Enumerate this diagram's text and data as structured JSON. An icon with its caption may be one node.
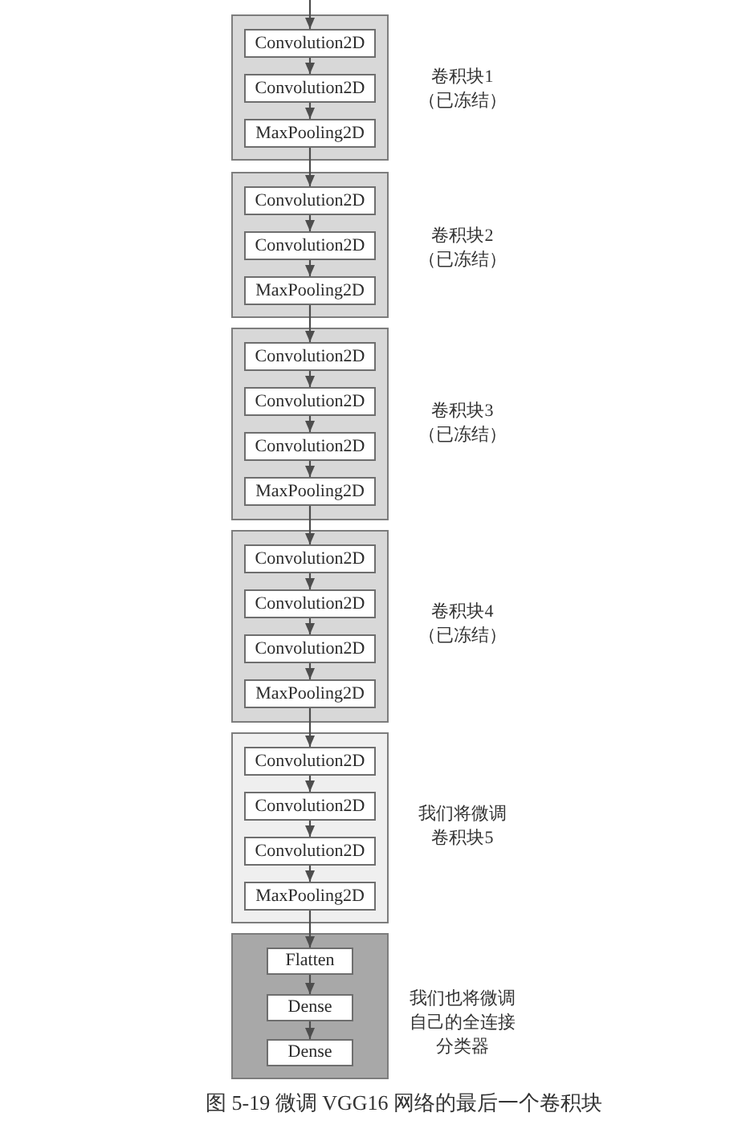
{
  "diagram": {
    "caption": "图 5-19 微调 VGG16 网络的最后一个卷积块",
    "nodes": [
      {
        "text": [],
        "shape": "box",
        "beside": [
          "卷积块1（已冻结）"
        ]
      },
      {
        "text": [
          "Convolution2D"
        ],
        "in": 0
      },
      {
        "text": [
          "Convolution2D"
        ],
        "in": 0
      },
      {
        "text": [
          "MaxPooling2D"
        ],
        "in": 0
      },
      {
        "text": [],
        "shape": "box",
        "beside": [
          "卷积块2（已冻结）"
        ]
      },
      {
        "text": [
          "Convolution2D"
        ],
        "in": 4
      },
      {
        "text": [
          "Convolution2D"
        ],
        "in": 4
      },
      {
        "text": [
          "MaxPooling2D"
        ],
        "in": 4
      },
      {
        "text": [],
        "shape": "box",
        "beside": [
          "卷积块3（已冻结）"
        ]
      },
      {
        "text": [
          "Convolution2D"
        ],
        "in": 8
      },
      {
        "text": [
          "Convolution2D"
        ],
        "in": 8
      },
      {
        "text": [
          "Convolution2D"
        ],
        "in": 8
      },
      {
        "text": [
          "MaxPooling2D"
        ],
        "in": 8
      },
      {
        "text": [],
        "shape": "box",
        "beside": [
          "卷积块4（已冻结）"
        ]
      },
      {
        "text": [
          "Convolution2D"
        ],
        "in": 13
      },
      {
        "text": [
          "Convolution2D"
        ],
        "in": 13
      },
      {
        "text": [
          "Convolution2D"
        ],
        "in": 13
      },
      {
        "text": [
          "MaxPooling2D"
        ],
        "in": 13
      },
      {
        "text": [],
        "shape": "box",
        "beside": [
          "我们将微调卷积块5"
        ]
      },
      {
        "text": [
          "Convolution2D"
        ],
        "in": 18
      },
      {
        "text": [
          "Convolution2D"
        ],
        "in": 18
      },
      {
        "text": [
          "Convolution2D"
        ],
        "in": 18
      },
      {
        "text": [
          "MaxPooling2D"
        ],
        "in": 18
      },
      {
        "text": [],
        "shape": "box",
        "beside": [
          "我们也将微调自己的全连接分类器"
        ]
      },
      {
        "text": [
          "Flatten"
        ],
        "in": 23
      },
      {
        "text": [
          "Dense"
        ],
        "in": 23
      },
      {
        "text": [
          "Dense"
        ],
        "in": 23
      }
    ],
    "edges": [
      {
        "from": null,
        "to": 1,
        "arrow": "to"
      },
      {
        "from": 1,
        "to": 2,
        "arrow": "to"
      },
      {
        "from": 2,
        "to": 3,
        "arrow": "to"
      },
      {
        "from": 3,
        "to": 5,
        "arrow": "to"
      },
      {
        "from": 5,
        "to": 6,
        "arrow": "to"
      },
      {
        "from": 6,
        "to": 7,
        "arrow": "to"
      },
      {
        "from": 7,
        "to": 9,
        "arrow": "to"
      },
      {
        "from": 9,
        "to": 10,
        "arrow": "to"
      },
      {
        "from": 10,
        "to": 11,
        "arrow": "to"
      },
      {
        "from": 11,
        "to": 12,
        "arrow": "to"
      },
      {
        "from": 12,
        "to": 14,
        "arrow": "to"
      },
      {
        "from": 14,
        "to": 15,
        "arrow": "to"
      },
      {
        "from": 15,
        "to": 16,
        "arrow": "to"
      },
      {
        "from": 16,
        "to": 17,
        "arrow": "to"
      },
      {
        "from": 17,
        "to": 19,
        "arrow": "to"
      },
      {
        "from": 19,
        "to": 20,
        "arrow": "to"
      },
      {
        "from": 20,
        "to": 21,
        "arrow": "to"
      },
      {
        "from": 21,
        "to": 22,
        "arrow": "to"
      },
      {
        "from": 22,
        "to": 24,
        "arrow": "to"
      },
      {
        "from": 24,
        "to": 25,
        "arrow": "to"
      },
      {
        "from": 25,
        "to": 26,
        "arrow": "to"
      }
    ]
  }
}
